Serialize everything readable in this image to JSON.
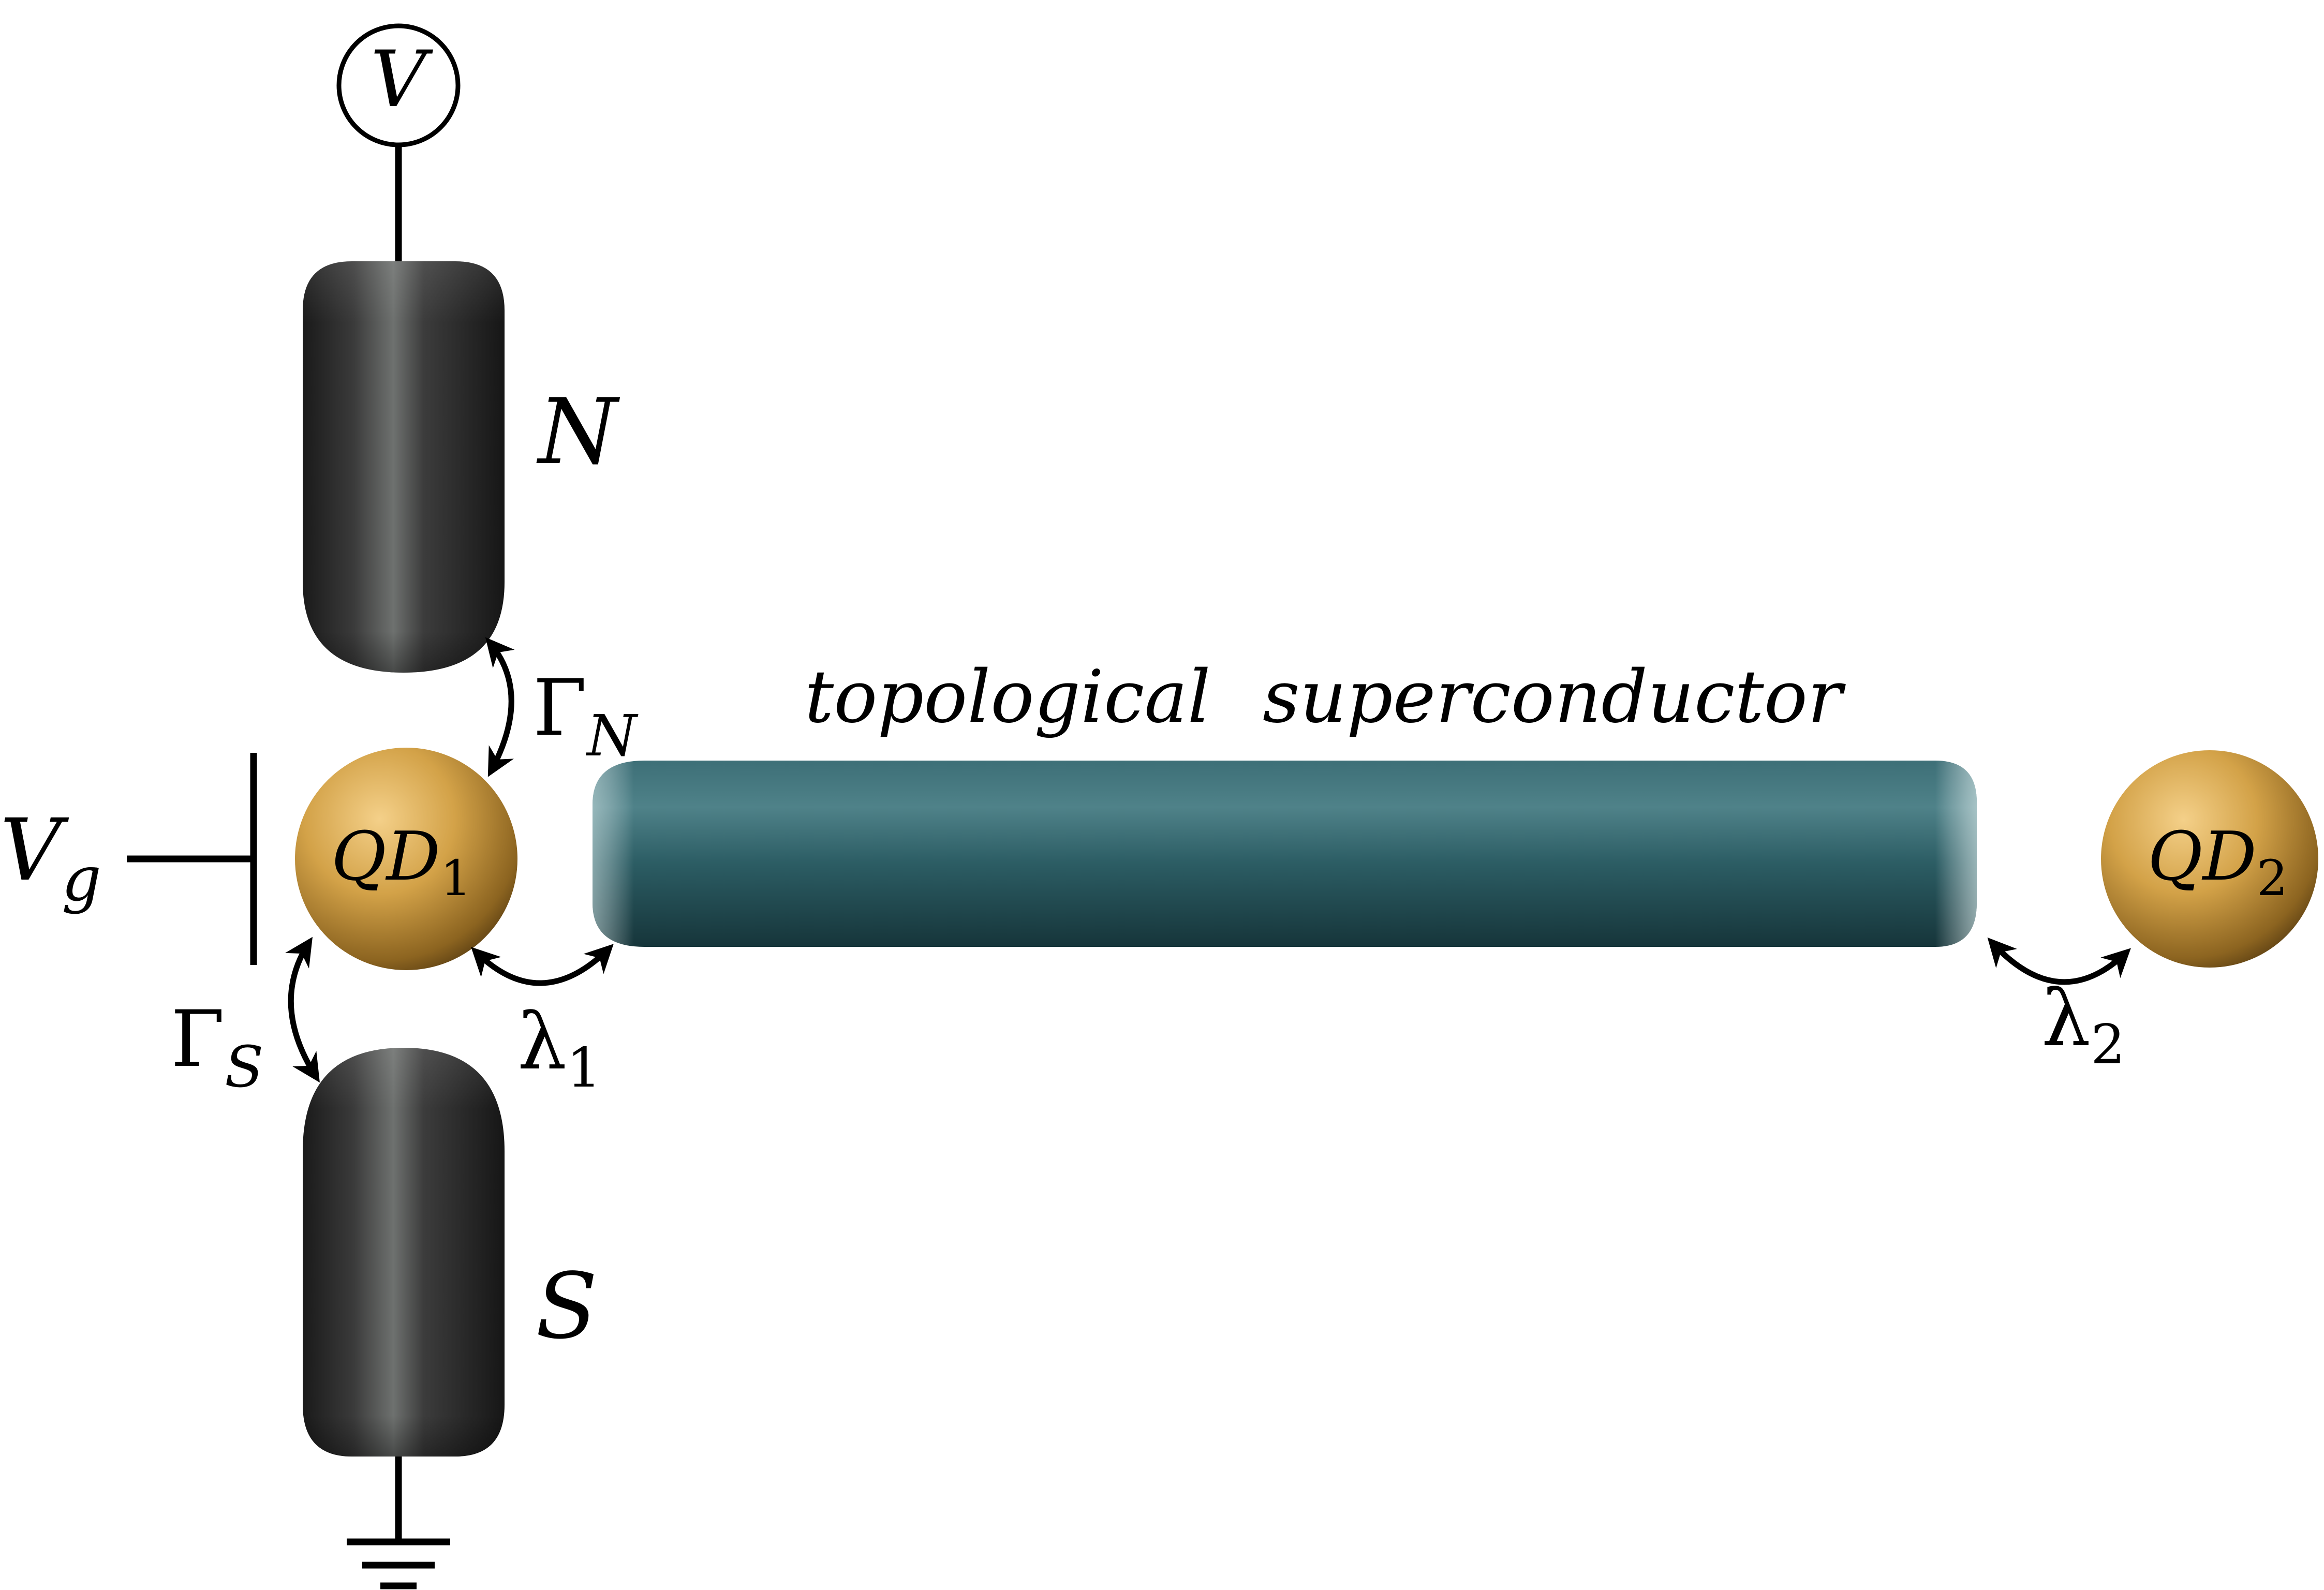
{
  "labels": {
    "voltmeter": "V",
    "normal_lead": "N",
    "superconducting_lead": "S",
    "gate_voltage": "V",
    "gate_voltage_sub": "g",
    "dot1": "QD",
    "dot1_sub": "1",
    "dot2": "QD",
    "dot2_sub": "2",
    "gamma_n": "Γ",
    "gamma_n_sub": "N",
    "gamma_s": "Γ",
    "gamma_s_sub": "S",
    "lambda1": "λ",
    "lambda1_sub": "1",
    "lambda2": "λ",
    "lambda2_sub": "2",
    "wire_word1": "topological",
    "wire_word2": "superconductor"
  },
  "colors": {
    "lead": "#2c2c2c",
    "wire": "#2b5b62",
    "dot": "#c99a3a",
    "line": "#000000"
  }
}
